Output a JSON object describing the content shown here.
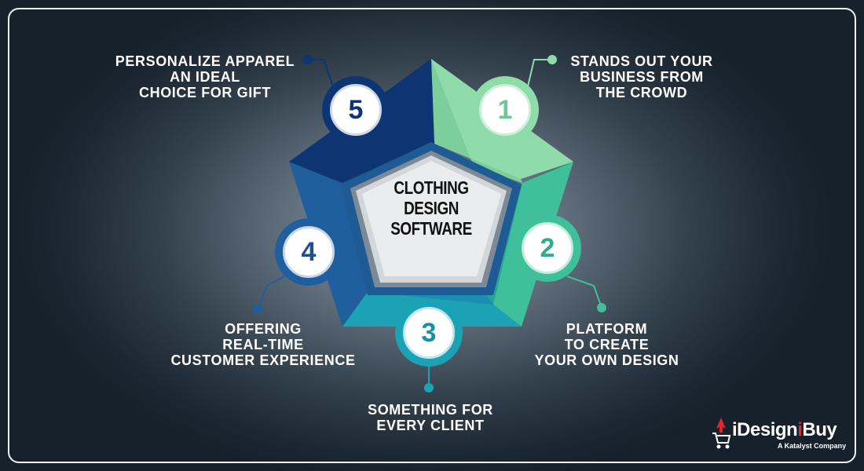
{
  "center": {
    "lines": [
      "CLOTHING",
      "DESIGN",
      "SOFTWARE"
    ]
  },
  "items": [
    {
      "number": "1",
      "lines": [
        "STANDS OUT YOUR",
        "BUSINESS FROM",
        "THE CROWD"
      ],
      "color": "#8fdcaa"
    },
    {
      "number": "2",
      "lines": [
        "PLATFORM",
        "TO CREATE",
        "YOUR OWN DESIGN"
      ],
      "color": "#3fbf9a"
    },
    {
      "number": "3",
      "lines": [
        "SOMETHING FOR",
        "EVERY CLIENT"
      ],
      "color": "#1ba3b5"
    },
    {
      "number": "4",
      "lines": [
        "OFFERING",
        "REAL-TIME",
        "CUSTOMER EXPERIENCE"
      ],
      "color": "#1f5f9e"
    },
    {
      "number": "5",
      "lines": [
        "PERSONALIZE APPAREL",
        "AN IDEAL",
        "CHOICE FOR GIFT"
      ],
      "color": "#0d3574"
    }
  ],
  "brand": {
    "name_part1": "iDesign",
    "name_part2": "i",
    "name_part3": "Buy",
    "tagline": "A Katalyst Company",
    "accent": "#e0262b"
  }
}
